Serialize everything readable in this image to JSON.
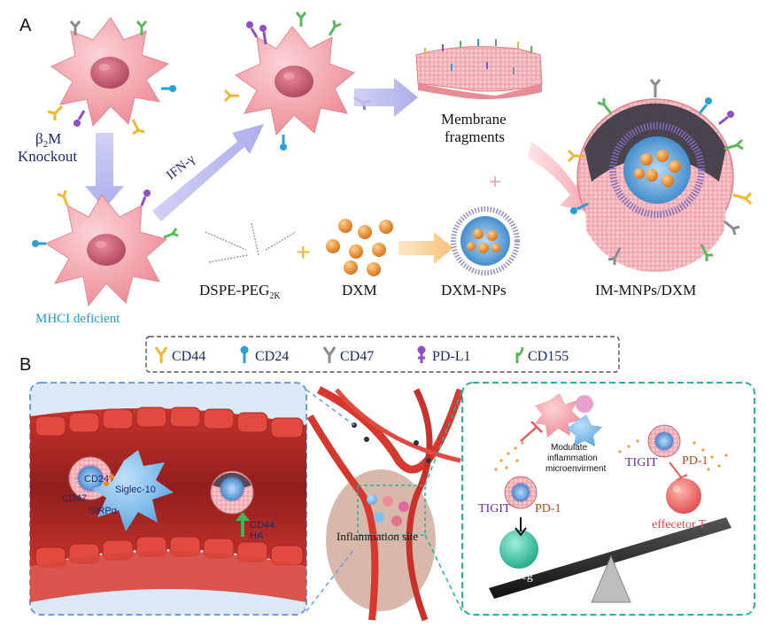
{
  "panel_a": {
    "letter": "A",
    "knockout_line1": "β",
    "knockout_sub": "2",
    "knockout_line1_suffix": "M",
    "knockout_line2": "Knockout",
    "ifn_label": "IFN-γ",
    "membrane_line1": "Membrane",
    "membrane_line2": "fragments",
    "mhci_label": "MHCI deficient",
    "dspe_label": "DSPE-PEG",
    "dspe_sub": "2K",
    "dxm_label": "DXM",
    "dxm_nps_label": "DXM-NPs",
    "im_mnps_label": "IM-MNPs/DXM",
    "plus": "+"
  },
  "legend": {
    "items": [
      {
        "label": "CD44",
        "color": "#f2b632"
      },
      {
        "label": "CD24",
        "color": "#2a9fd6"
      },
      {
        "label": "CD47",
        "color": "#8a8a94"
      },
      {
        "label": "PD-L1",
        "color": "#8e4fc4"
      },
      {
        "label": "CD155",
        "color": "#5cb85c"
      }
    ]
  },
  "panel_b": {
    "letter": "B",
    "cd24": "CD24",
    "siglec": "Siglec-10",
    "cd47": "CD47",
    "sirpa": "SIRPα",
    "cd44": "CD44",
    "ha": "HA",
    "inflammation_site": "Inflammation site",
    "modulate_line1": "Modulate",
    "modulate_line2": "inflammation",
    "modulate_line3": "microenvirment",
    "tigit_left": "TIGIT",
    "pd1_left": "PD-1",
    "tigit_right": "TIGIT",
    "pd1_right": "PD-1",
    "treg": "Treg",
    "effector": "effecetor T"
  },
  "colors": {
    "cell": "#f3a0a8",
    "nucleus": "#c45a6e",
    "vessel": "#d9473d",
    "vessel_dark": "#a92a25",
    "nanoparticle": "#f0a5ab",
    "core": "#3b82c4",
    "drug": "#e8892a",
    "teal_box": "#1fb5a0",
    "blue_box": "#6d9ee3",
    "treg": "#2ec4a0",
    "effector": "#e85a5a",
    "arrow": "#b8b8f0",
    "navy_text": "#1a2a6c",
    "cyan_text": "#1f9bd4"
  }
}
